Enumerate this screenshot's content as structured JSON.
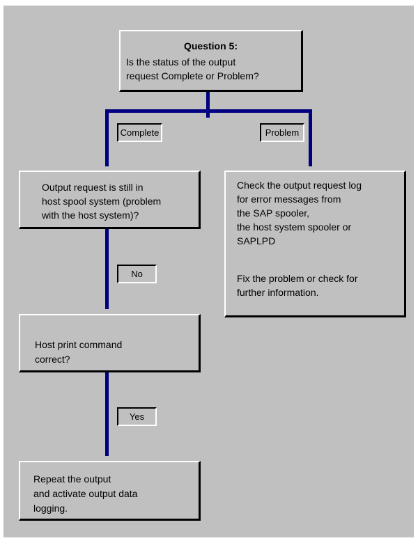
{
  "colors": {
    "canvas": "#c0c0c0",
    "connector": "#000080",
    "box_highlight": "#ffffff",
    "box_shadow": "#000000"
  },
  "flowchart": {
    "question_box": {
      "title": "Question 5:",
      "lines": [
        "Is the status of the output",
        "request Complete or Problem?"
      ]
    },
    "branch": {
      "complete_label": "Complete",
      "problem_label": "Problem"
    },
    "host_spool_box": {
      "lines": [
        "Output request is still in",
        "host spool system (problem",
        "with the host system)?"
      ]
    },
    "check_log_box": {
      "para1": [
        "Check the output request log",
        "for error messages from",
        "the SAP spooler,",
        "the host system spooler or",
        "SAPLPD"
      ],
      "para2": [
        "Fix the problem or check for",
        "further information."
      ]
    },
    "no_label": "No",
    "host_print_box": {
      "lines": [
        "Host print command",
        "correct?"
      ]
    },
    "yes_label": "Yes",
    "repeat_box": {
      "lines": [
        "Repeat the output",
        "and activate output data",
        "logging."
      ]
    }
  }
}
